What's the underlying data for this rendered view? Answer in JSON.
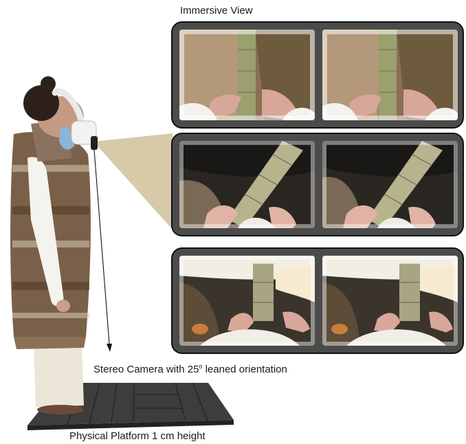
{
  "texts": {
    "immersive_view": "Immersive View",
    "camera_prefix": "Stereo Camera with 25",
    "camera_degree": "o",
    "camera_suffix": " leaned orientation",
    "platform": "Physical Platform 1 cm height"
  },
  "panels": [
    {
      "theme": "upright",
      "views": [
        "left-eye",
        "right-eye"
      ]
    },
    {
      "theme": "down",
      "views": [
        "left-eye",
        "right-eye"
      ]
    },
    {
      "theme": "leaned",
      "views": [
        "left-eye",
        "right-eye"
      ]
    }
  ]
}
